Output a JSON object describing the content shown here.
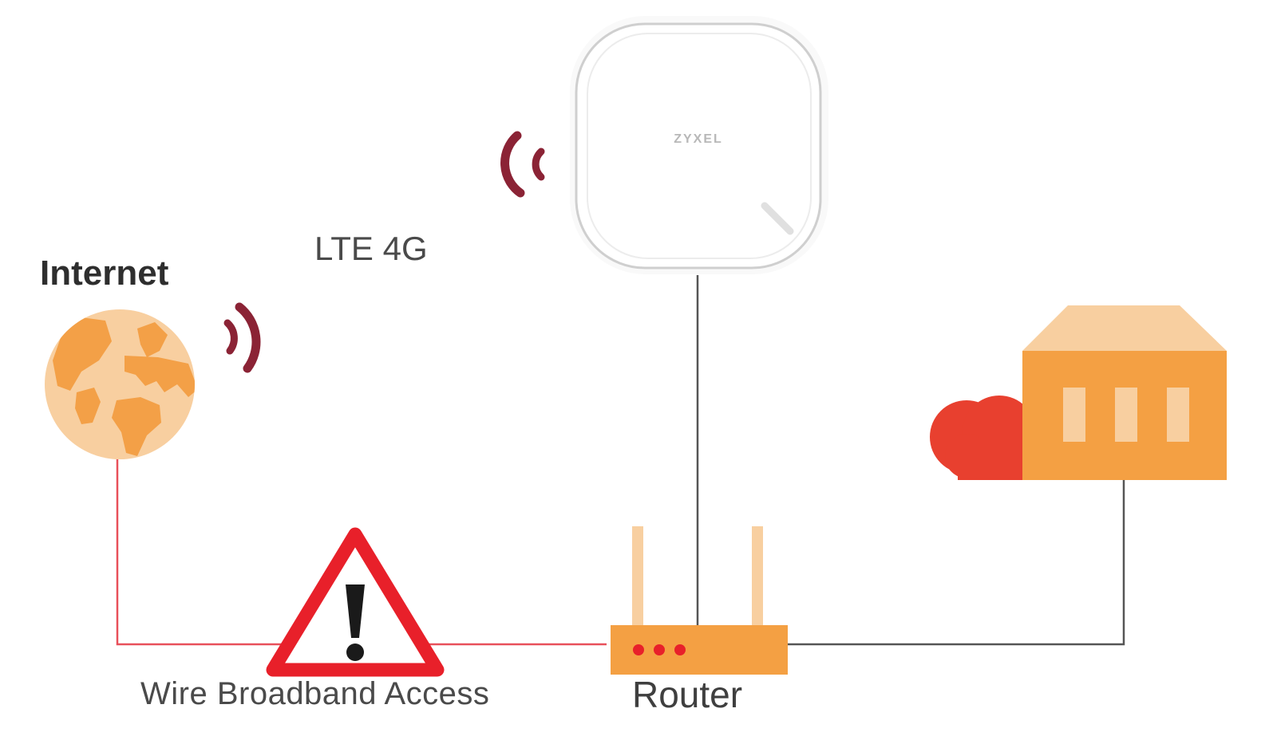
{
  "labels": {
    "internet": "Internet",
    "lte": "LTE 4G",
    "wire": "Wire Broadband Access",
    "router": "Router",
    "brand": "ZYXEL"
  },
  "colors": {
    "signal": "#8b2335",
    "globe_ocean": "#f8cfa0",
    "globe_land": "#f3a047",
    "warning_red": "#e8202a",
    "router_body": "#f4a043",
    "router_antenna": "#f8cfa0",
    "router_led": "#e8202a",
    "building_body": "#f4a043",
    "building_roof": "#f8cfa0",
    "cloud": "#e8402f",
    "wire_red": "#e8505a",
    "wire_gray": "#555555",
    "device_outline": "#cfcfcf"
  },
  "icons": {
    "globe": "globe-icon",
    "warning": "warning-icon",
    "router": "router-icon",
    "building": "building-icon",
    "cloud": "cloud-icon",
    "lte_device": "lte-device-icon",
    "signal_left": "signal-waves-icon",
    "signal_right": "signal-waves-icon"
  }
}
